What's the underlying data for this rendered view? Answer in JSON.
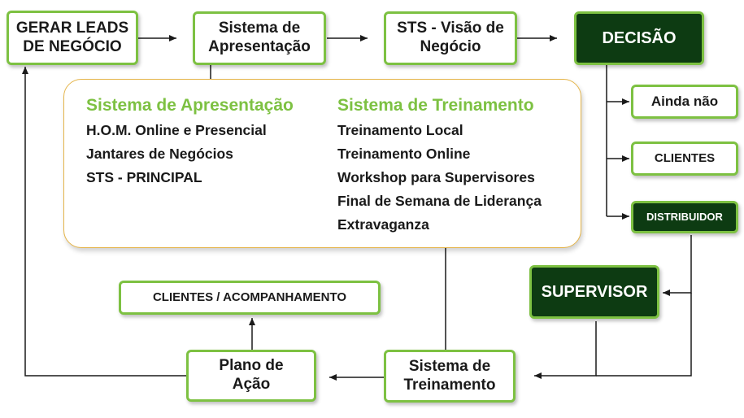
{
  "boxes": {
    "gerar_leads": "GERAR LEADS\nDE NEGÓCIO",
    "sistema_apresentacao": "Sistema de\nApresentação",
    "sts_visao": "STS - Visão de\nNegócio",
    "decisao": "DECISÃO",
    "ainda_nao": "Ainda não",
    "clientes": "CLIENTES",
    "distribuidor": "DISTRIBUIDOR",
    "supervisor": "SUPERVISOR",
    "clientes_acompanhamento": "CLIENTES / ACOMPANHAMENTO",
    "plano_acao": "Plano de\nAção",
    "sistema_treinamento": "Sistema de\nTreinamento"
  },
  "panel": {
    "apresentacao": {
      "title": "Sistema de Apresentação",
      "items": [
        "H.O.M. Online e Presencial",
        "Jantares de Negócios",
        "STS - PRINCIPAL"
      ]
    },
    "treinamento": {
      "title": "Sistema de Treinamento",
      "items": [
        "Treinamento Local",
        "Treinamento Online",
        "Workshop para Supervisores",
        "Final de Semana de Liderança",
        "Extravaganza"
      ]
    }
  },
  "colors": {
    "accent_green": "#7dc142",
    "dark_green": "#0d3b12",
    "panel_border": "#e5b54a",
    "line": "#1a1a1a"
  }
}
